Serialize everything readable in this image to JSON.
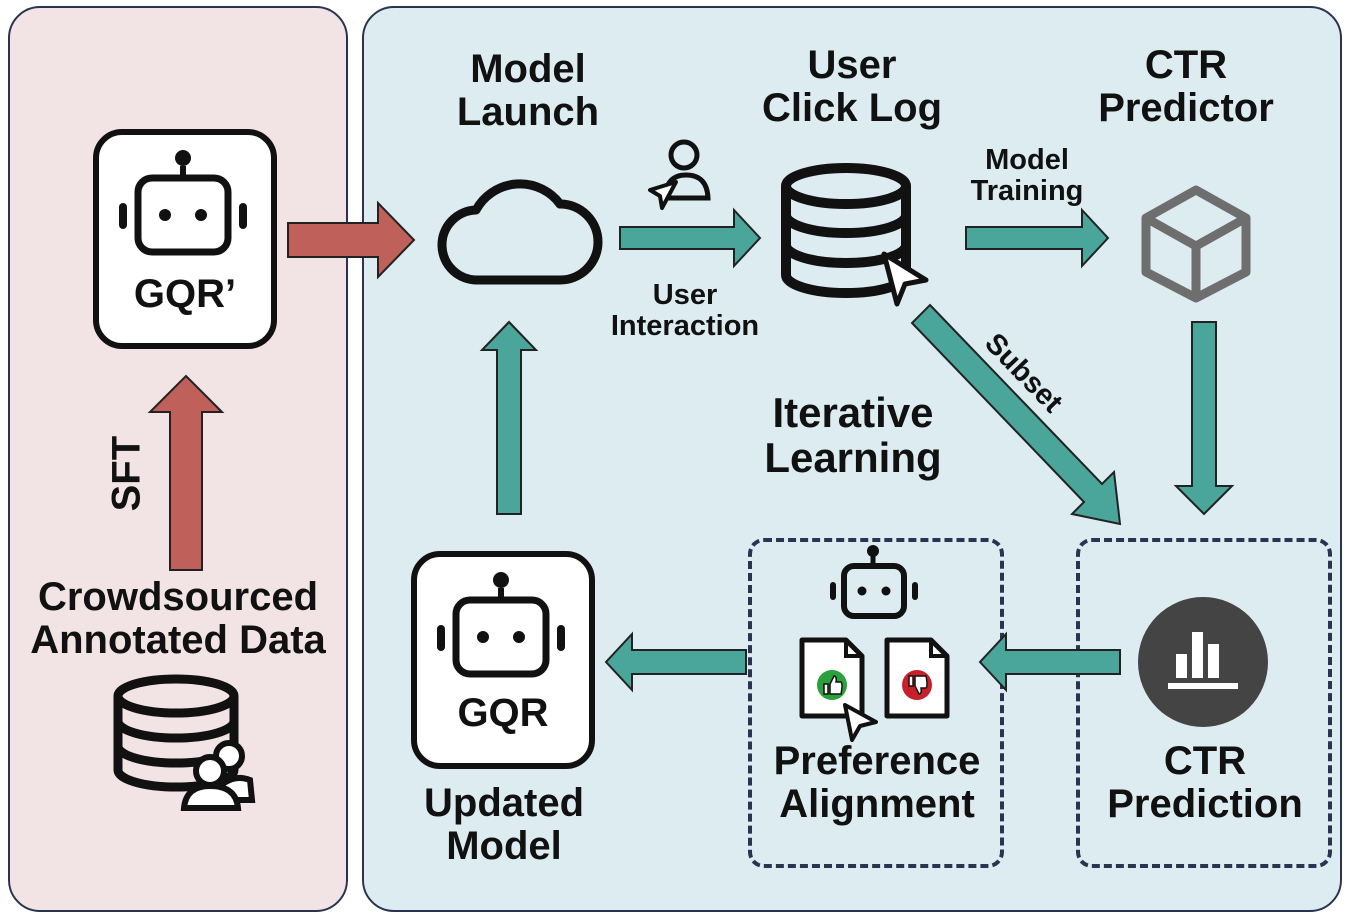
{
  "left_panel": {
    "gqr_prime_label": "GQR’",
    "sft_label": "SFT",
    "crowdsourced_label_line1": "Crowdsourced",
    "crowdsourced_label_line2": "Annotated Data"
  },
  "right_panel": {
    "model_launch_line1": "Model",
    "model_launch_line2": "Launch",
    "user_click_log_line1": "User",
    "user_click_log_line2": "Click Log",
    "ctr_predictor_line1": "CTR",
    "ctr_predictor_line2": "Predictor",
    "user_interaction_line1": "User",
    "user_interaction_line2": "Interaction",
    "model_training_line1": "Model",
    "model_training_line2": "Training",
    "subset_label": "Subset",
    "iterative_learning_line1": "Iterative",
    "iterative_learning_line2": "Learning",
    "gqr_label": "GQR",
    "updated_model_line1": "Updated",
    "updated_model_line2": "Model",
    "preference_alignment_line1": "Preference",
    "preference_alignment_line2": "Alignment",
    "ctr_prediction_line1": "CTR",
    "ctr_prediction_line2": "Prediction"
  },
  "colors": {
    "left_panel_bg": "#f2e3e4",
    "right_panel_bg": "#dcecf0",
    "red_arrow": "#c0605a",
    "teal_arrow": "#4aa59a",
    "border": "#2a3450"
  }
}
